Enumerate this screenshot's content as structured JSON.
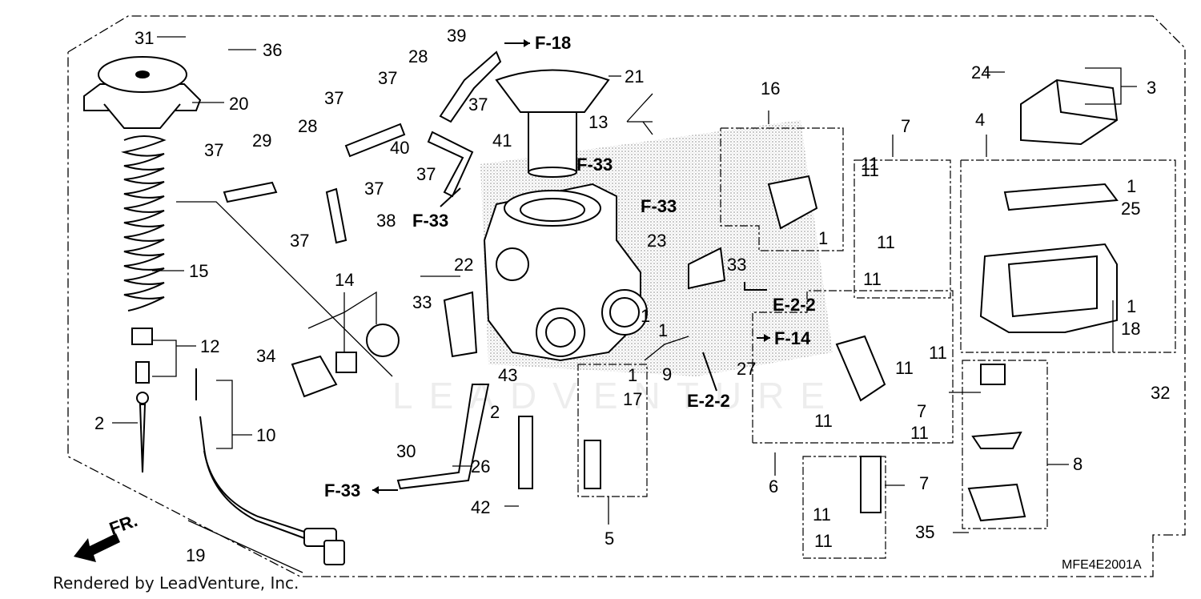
{
  "diagram": {
    "part_numbers": [
      "31",
      "36",
      "20",
      "39",
      "21",
      "28",
      "37",
      "37",
      "37",
      "37",
      "37",
      "37",
      "37",
      "29",
      "28",
      "40",
      "41",
      "38",
      "13",
      "16",
      "24",
      "3",
      "4",
      "1",
      "25",
      "18",
      "32",
      "7",
      "11",
      "11",
      "11",
      "11",
      "11",
      "11",
      "11",
      "11",
      "11",
      "11",
      "23",
      "33",
      "33",
      "22",
      "15",
      "12",
      "14",
      "34",
      "10",
      "2",
      "2",
      "19",
      "30",
      "43",
      "1",
      "17",
      "26",
      "42",
      "5",
      "9",
      "1",
      "1",
      "27",
      "6",
      "7",
      "7",
      "8",
      "35",
      "1",
      "1"
    ],
    "refs": [
      "F-18",
      "F-33",
      "F-33",
      "F-33",
      "F-33",
      "E-2-2",
      "E-2-2",
      "F-14"
    ],
    "watermark": "LEADVENTURE",
    "diagram_code": "MFE4E2001A",
    "footer": "Rendered by LeadVenture, Inc."
  },
  "orientation_label": "FR."
}
